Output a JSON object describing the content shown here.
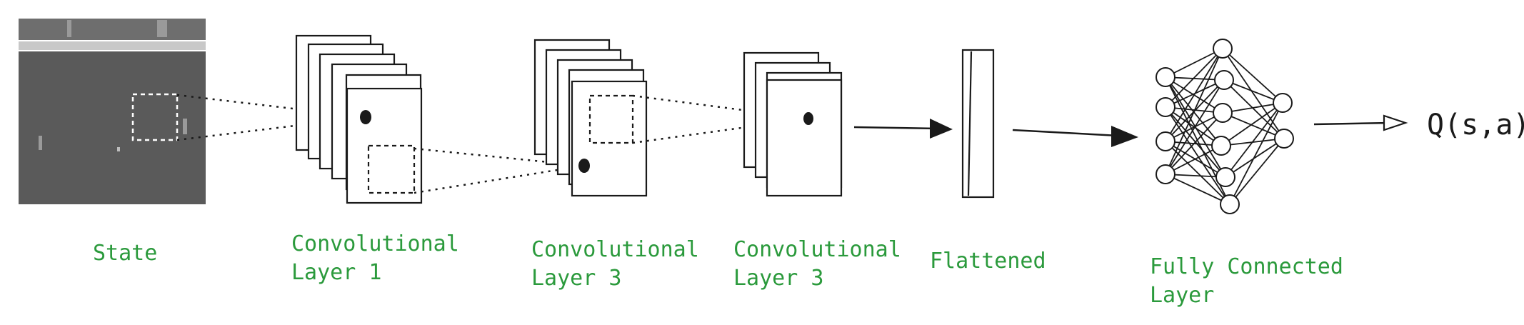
{
  "labels": {
    "state": "State",
    "conv1_line1": "Convolutional",
    "conv1_line2": "Layer 1",
    "conv2_line1": "Convolutional",
    "conv2_line2": "Layer 3",
    "conv3_line1": "Convolutional",
    "conv3_line2": "Layer 3",
    "flattened": "Flattened",
    "fc_line1": "Fully Connected",
    "fc_line2": "Layer"
  },
  "output": "Q(s,a)",
  "colors": {
    "label_green": "#2b9a3c",
    "ink": "#1a1a1a",
    "game_bg": "#5a5a5a",
    "game_bar": "#6e6e6e"
  },
  "icons": {
    "state_image": "atari-game-frame"
  }
}
